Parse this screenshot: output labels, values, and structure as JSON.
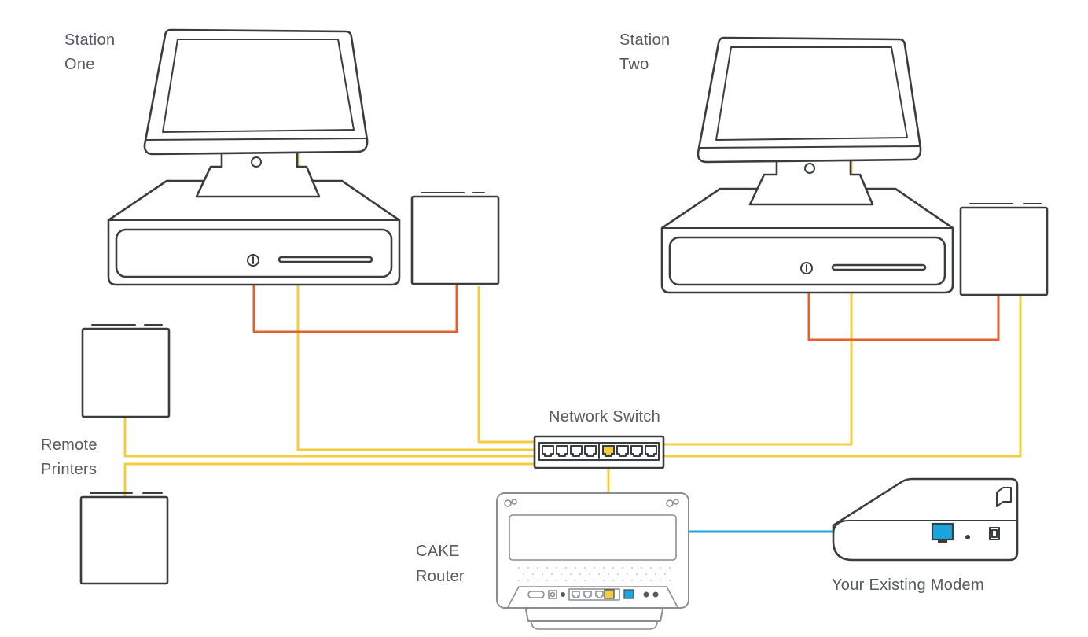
{
  "labels": {
    "station_one_line1": "Station",
    "station_one_line2": "One",
    "station_two_line1": "Station",
    "station_two_line2": "Two",
    "remote_printers_line1": "Remote",
    "remote_printers_line2": "Printers",
    "network_switch": "Network Switch",
    "cake_router_line1": "CAKE",
    "cake_router_line2": "Router",
    "existing_modem": "Your Existing Modem"
  },
  "colors": {
    "ethernet_cable": "#f5cd3c",
    "printer_cable": "#e0622f",
    "modem_cable": "#1aa6dc",
    "device_outline": "#3a3d40",
    "router_outline": "#8a8d90",
    "label_text": "#555a5f"
  }
}
